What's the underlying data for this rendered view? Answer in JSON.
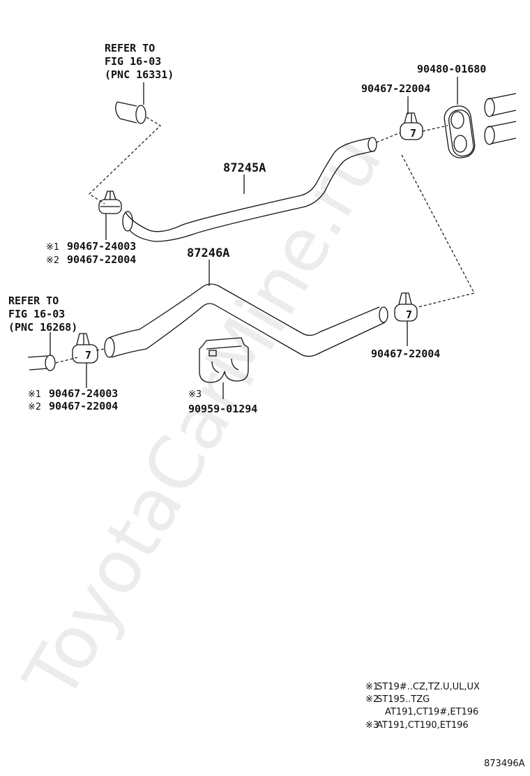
{
  "watermark": "ToyotaCarMine.ru",
  "figure_code": "873496A",
  "refs": {
    "top": {
      "line1": "REFER TO",
      "line2": "FIG 16-03",
      "line3": "(PNC 16331)"
    },
    "left": {
      "line1": "REFER TO",
      "line2": "FIG 16-03",
      "line3": "(PNC 16268)"
    }
  },
  "parts": {
    "hose_upper": "87245A",
    "hose_lower": "87246A",
    "grommet": "90480-01680",
    "clamp_top_right": "90467-22004",
    "clamp_mid_right": "90467-22004",
    "clamp_upper_left": {
      "mark1": "※1",
      "part1": "90467-24003",
      "mark2": "※2",
      "part2": "90467-22004"
    },
    "clamp_lower_left": {
      "mark1": "※1",
      "part1": "90467-24003",
      "mark2": "※2",
      "part2": "90467-22004"
    },
    "clip": {
      "mark": "※3",
      "part": "90959-01294"
    }
  },
  "legend": {
    "n1": {
      "mark": "※1",
      "text": "ST19#..CZ,TZ.U,UL,UX"
    },
    "n2": {
      "mark": "※2",
      "text": "ST195..TZG"
    },
    "n2b": {
      "text": "AT191,CT19#,ET196"
    },
    "n3": {
      "mark": "※3",
      "text": "AT191,CT190,ET196"
    }
  }
}
